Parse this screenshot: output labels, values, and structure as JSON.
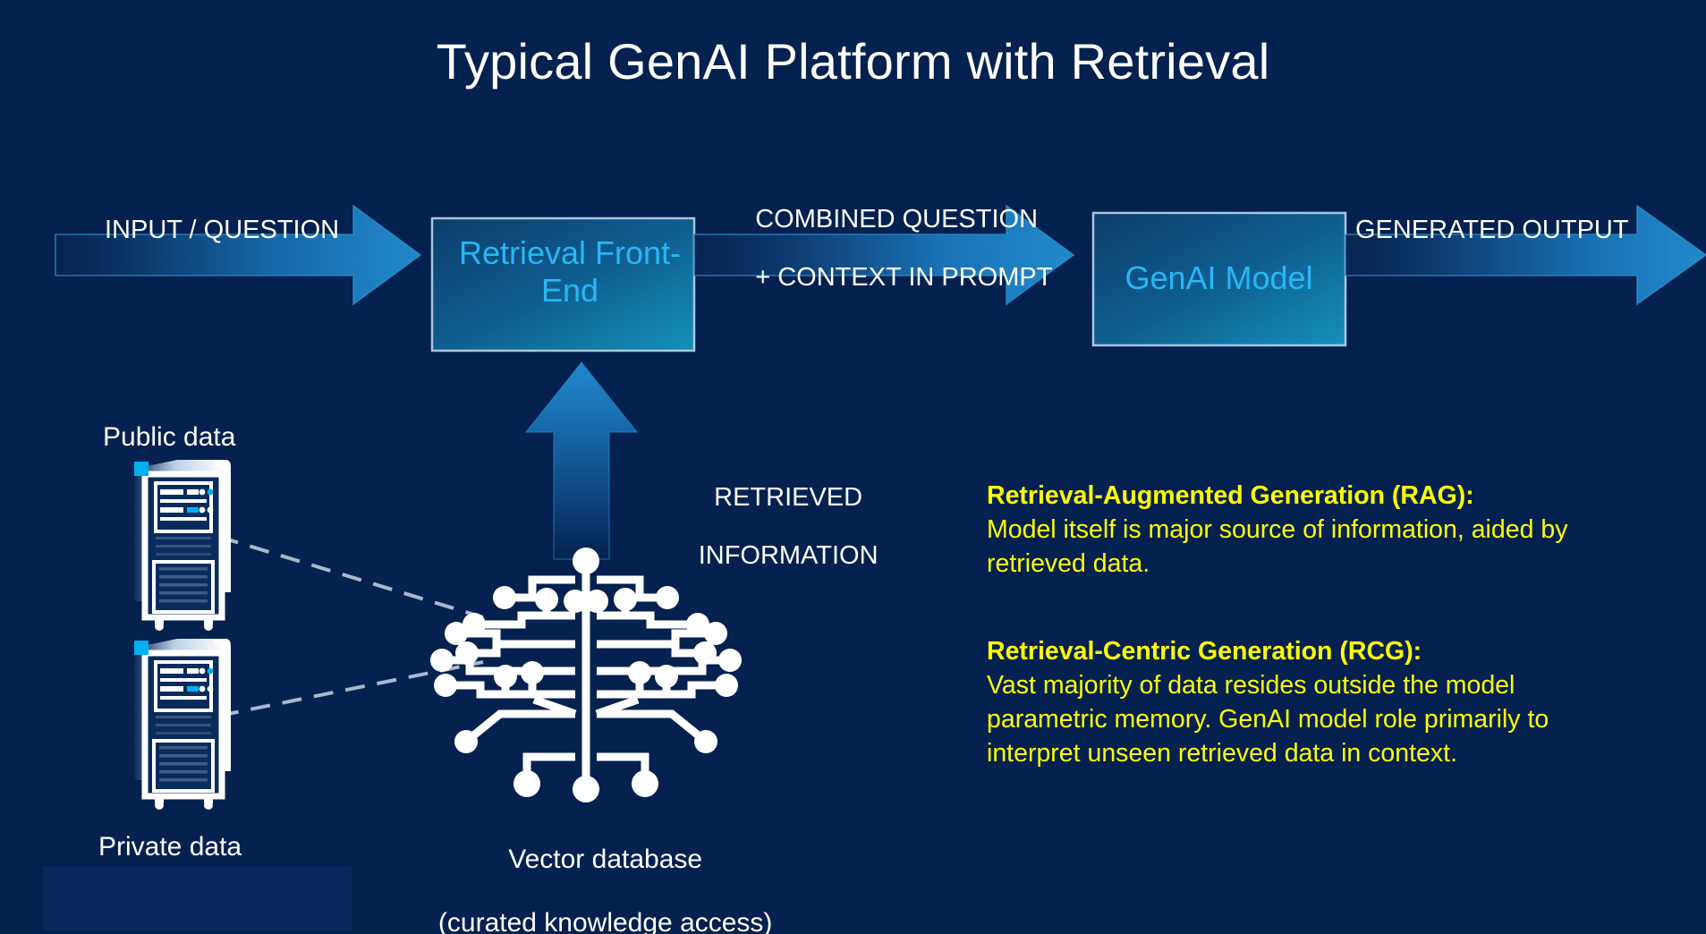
{
  "slide": {
    "title": "Typical GenAI Platform with Retrieval",
    "background_color": "#04214f"
  },
  "flow": {
    "input_arrow_label": "INPUT / QUESTION",
    "combined_arrow_label_line1": "COMBINED QUESTION",
    "combined_arrow_label_line2": "+ CONTEXT IN PROMPT",
    "output_arrow_label": "GENERATED OUTPUT",
    "retrieved_arrow_label_line1": "RETRIEVED",
    "retrieved_arrow_label_line2": "INFORMATION",
    "boxes": [
      {
        "id": "retrieval-front-end",
        "label_line1": "Retrieval Front-",
        "label_line2": "End",
        "text_color": "#29b6f6"
      },
      {
        "id": "genai-model",
        "label_line1": "GenAI Model",
        "label_line2": "",
        "text_color": "#29b6f6"
      }
    ],
    "arrow_color_bright": "#1f7fc4",
    "arrow_color_dark": "#05234f"
  },
  "sources": {
    "public_label": "Public data",
    "private_label": "Private data",
    "vector_db_label_line1": "Vector database",
    "vector_db_label_line2": "(curated knowledge access)",
    "server_accent_color": "#00a8e8"
  },
  "notes": {
    "accent_color": "#ffff00",
    "rag": {
      "heading": "Retrieval-Augmented Generation (RAG):",
      "body": "Model itself is major source of information, aided by retrieved data."
    },
    "rcg": {
      "heading": "Retrieval-Centric Generation (RCG):",
      "body": "Vast majority of data resides outside the model parametric memory. GenAI model role primarily to interpret unseen retrieved data in context."
    }
  }
}
